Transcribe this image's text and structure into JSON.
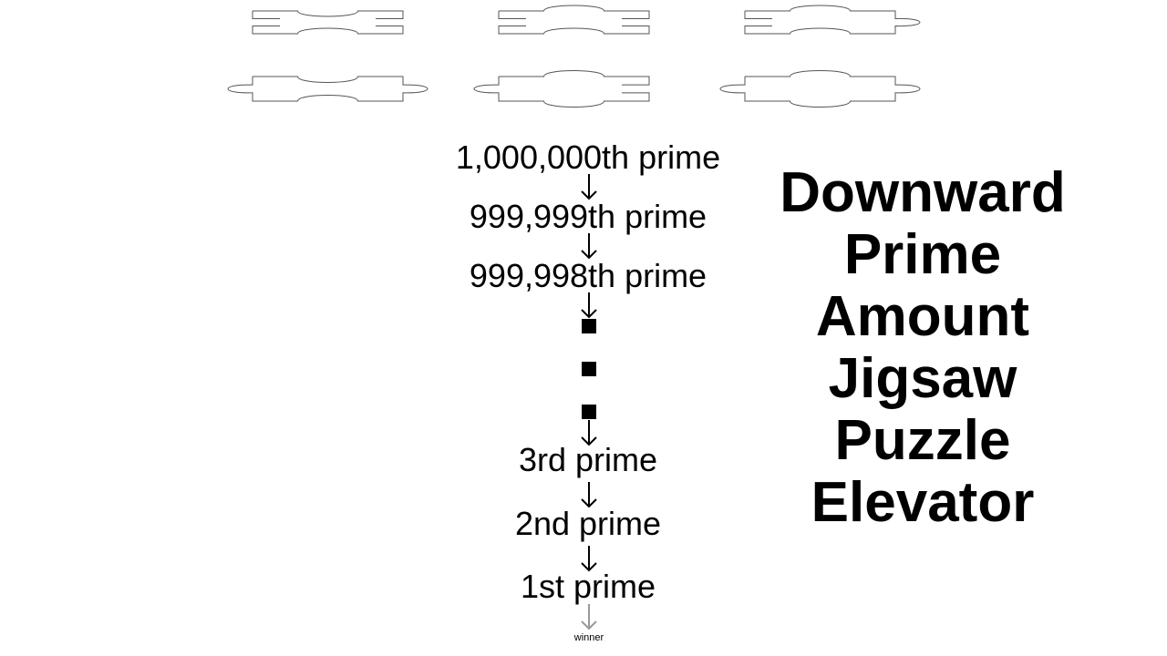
{
  "puzzle_pieces": [
    {
      "name": "jigsaw-piece-1",
      "left_edge": "blank",
      "right_edge": "blank",
      "top_edge": "blank",
      "bottom_edge": "blank"
    },
    {
      "name": "jigsaw-piece-2",
      "left_edge": "blank",
      "right_edge": "blank",
      "top_edge": "tab",
      "bottom_edge": "blank"
    },
    {
      "name": "jigsaw-piece-3",
      "left_edge": "blank",
      "right_edge": "tab",
      "top_edge": "tab",
      "bottom_edge": "blank"
    },
    {
      "name": "jigsaw-piece-4",
      "left_edge": "tab",
      "right_edge": "tab",
      "top_edge": "blank",
      "bottom_edge": "blank"
    },
    {
      "name": "jigsaw-piece-5",
      "left_edge": "tab",
      "right_edge": "blank",
      "top_edge": "tab",
      "bottom_edge": "tab"
    },
    {
      "name": "jigsaw-piece-6",
      "left_edge": "tab",
      "right_edge": "tab",
      "top_edge": "tab",
      "bottom_edge": "tab"
    }
  ],
  "elevator": {
    "stages": [
      "1,000,000th prime",
      "999,999th prime",
      "999,998th prime",
      "3rd prime",
      "2nd prime",
      "1st prime"
    ],
    "arrow_icon": "down-arrow-icon",
    "ellipsis_icon": "vertical-ellipsis-icon",
    "end_label": "winner",
    "arrow_color": "#000000",
    "end_arrow_color": "#999999"
  },
  "title": {
    "lines": [
      "Downward",
      "Prime",
      "Amount",
      "Jigsaw",
      "Puzzle",
      "Elevator"
    ]
  }
}
